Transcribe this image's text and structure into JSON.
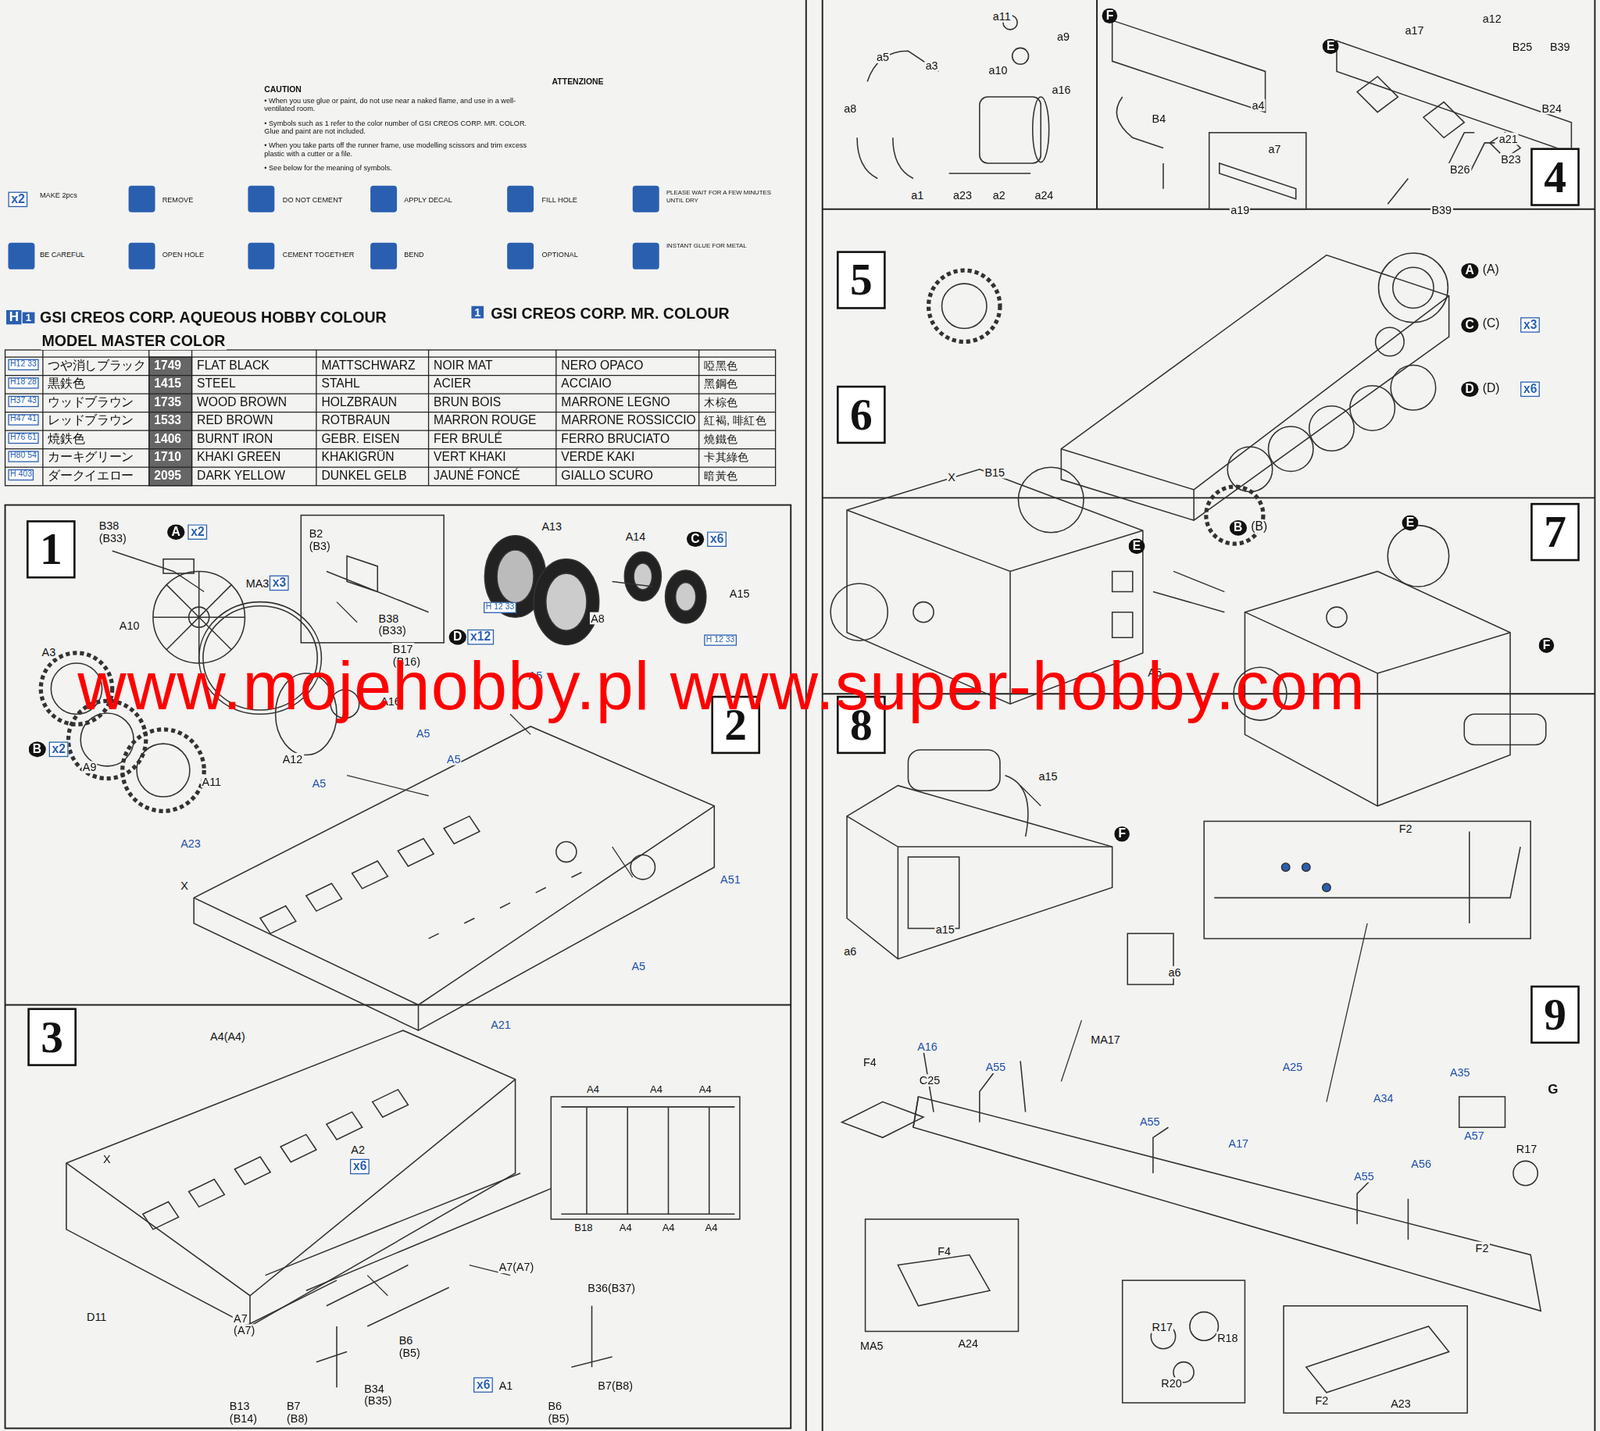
{
  "diagram": {
    "nodes": [
      {
        "text": [
          "1"
        ]
      },
      {
        "text": [
          "2"
        ]
      },
      {
        "text": [
          "3"
        ]
      },
      {
        "text": [
          "4"
        ]
      },
      {
        "text": [
          "5"
        ]
      },
      {
        "text": [
          "6"
        ]
      },
      {
        "text": [
          "7"
        ]
      },
      {
        "text": [
          "8"
        ]
      },
      {
        "text": [
          "9"
        ]
      }
    ],
    "labels": [
      "CAUTION",
      "• When you use glue or paint, do not use near a naked flame, and use in a well-ventilated room.",
      "• Symbols such as 1 refer to the color number of GSI CREOS CORP. MR. COLOR. Glue and paint are not included.",
      "• When you take parts off the runner frame, use modelling scissors and trim excess plastic with a cutter or a file.",
      "• See below for the meaning of symbols.",
      "ATTENZIONE",
      "x2",
      "MAKE 2pcs",
      "REMOVE",
      "DO NOT CEMENT",
      "APPLY DECAL",
      "FILL HOLE",
      "PLEASE WAIT FOR A FEW MINUTES UNTIL DRY",
      "BE CAREFUL",
      "OPEN HOLE",
      "CEMENT TOGETHER",
      "BEND",
      "OPTIONAL",
      "INSTANT GLUE FOR METAL",
      "H",
      "1",
      "GSI CREOS CORP. AQUEOUS HOBBY COLOUR",
      "1",
      "GSI CREOS CORP. MR. COLOUR",
      "MODEL MASTER COLOR",
      "H12 33",
      "つや消しブラック",
      "1749",
      "FLAT BLACK",
      "MATTSCHWARZ",
      "NOIR MAT",
      "NERO OPACO",
      "啞黑色",
      "H18 28",
      "黒鉄色",
      "1415",
      "STEEL",
      "STAHL",
      "ACIER",
      "ACCIAIO",
      "黑鋼色",
      "H37 43",
      "ウッドブラウン",
      "1735",
      "WOOD BROWN",
      "HOLZBRAUN",
      "BRUN BOIS",
      "MARRONE LEGNO",
      "木棕色",
      "H47 41",
      "レッドブラウン",
      "1533",
      "RED BROWN",
      "ROTBRAUN",
      "MARRON ROUGE",
      "MARRONE ROSSICCIO",
      "紅褐, 啡紅色",
      "H76 61",
      "焼鉄色",
      "1406",
      "BURNT IRON",
      "GEBR. EISEN",
      "FER BRULÉ",
      "FERRO BRUCIATO",
      "燒鐵色",
      "H80 54",
      "カーキグリーン",
      "1710",
      "KHAKI GREEN",
      "KHAKIGRÜN",
      "VERT KHAKI",
      "VERDE KAKI",
      "卡其綠色",
      "H 403",
      "ダークイエロー",
      "2095",
      "DARK YELLOW",
      "DUNKEL GELB",
      "JAUNÉ FONCÉ",
      "GIALLO SCURO",
      "暗黃色",
      "B38",
      "(B33)",
      "A",
      "x2",
      "B2",
      "(B3)",
      "B38",
      "(B33)",
      "B17",
      "(B16)",
      "MA3",
      "x3",
      "A10",
      "A3",
      "A9",
      "A11",
      "B",
      "x2",
      "A12",
      "A16",
      "A13",
      "A8",
      "D",
      "x12",
      "H 12 33",
      "A14",
      "C",
      "x6",
      "A15",
      "H 12 33",
      "A5",
      "A5",
      "A5",
      "A5",
      "A23",
      "X",
      "A51",
      "A5",
      "A21",
      "A4(A4)",
      "A2",
      "x6",
      "X",
      "D11",
      "A4",
      "A4",
      "A4",
      "B18",
      "A4",
      "A4",
      "A4",
      "A7(A7)",
      "B36(B37)",
      "B6",
      "(B5)",
      "A7",
      "(A7)",
      "B34",
      "(B35)",
      "B13",
      "(B14)",
      "B7",
      "(B8)",
      "x6",
      "A1",
      "B6",
      "(B5)",
      "B7(B8)",
      "a11",
      "a9",
      "a10",
      "a16",
      "a5",
      "a3",
      "a8",
      "a1",
      "a23",
      "a2",
      "a24",
      "F",
      "B4",
      "a4",
      "a7",
      "a19",
      "E",
      "a17",
      "a12",
      "B25",
      "B39",
      "B24",
      "a21",
      "B26",
      "B23",
      "B39",
      "A",
      "(A)",
      "C",
      "(C)",
      "x3",
      "D",
      "(D)",
      "x6",
      "B",
      "(B)",
      "X",
      "B15",
      "E",
      "E",
      "A5",
      "F",
      "a15",
      "F",
      "a6",
      "a15",
      "a6",
      "MA17",
      "F2",
      "A16",
      "F4",
      "C25",
      "A55",
      "A25",
      "A55",
      "A17",
      "A34",
      "A55",
      "A56",
      "A35",
      "G",
      "A57",
      "R17",
      "F2",
      "F4",
      "MA5",
      "A24",
      "R17",
      "R18",
      "R20",
      "F2",
      "A23",
      "www.mojehobby.pl www.super-hobby.com"
    ]
  }
}
